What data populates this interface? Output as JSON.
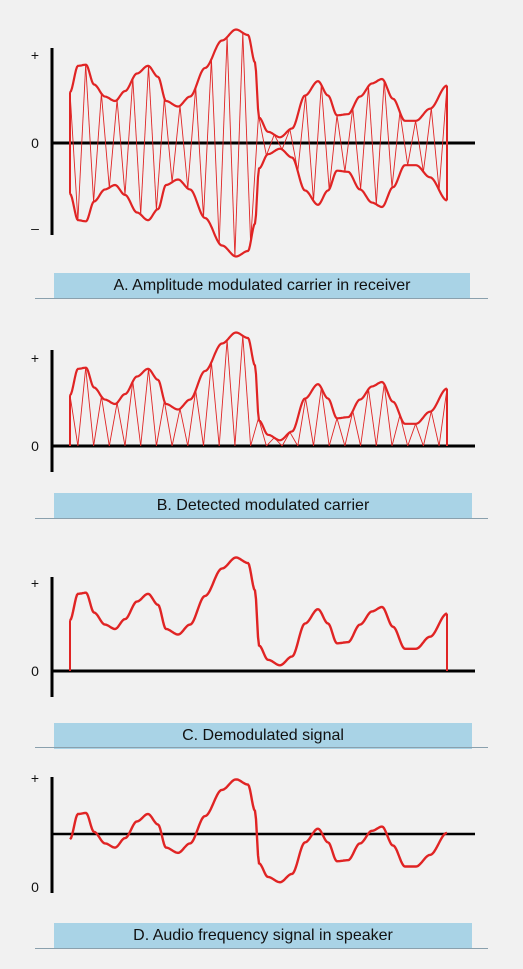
{
  "panels": [
    {
      "id": "A",
      "caption": "A. Amplitude modulated carrier in receiver",
      "axis_labels": {
        "plus": "+",
        "zero": "0",
        "minus": "–"
      }
    },
    {
      "id": "B",
      "caption": "B. Detected modulated carrier",
      "axis_labels": {
        "plus": "+",
        "zero": "0"
      }
    },
    {
      "id": "C",
      "caption": "C. Demodulated signal",
      "axis_labels": {
        "plus": "+",
        "zero": "0"
      }
    },
    {
      "id": "D",
      "caption": "D. Audio frequency signal in speaker",
      "axis_labels": {
        "plus": "+",
        "zero": "0"
      }
    }
  ],
  "colors": {
    "signal": "#e02424",
    "axis": "#000000",
    "caption_bg": "#a9d3e6",
    "background": "#f1f1f1"
  }
}
